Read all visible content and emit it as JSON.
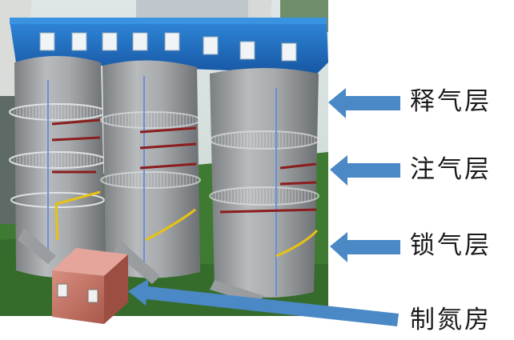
{
  "labels": {
    "release_layer": "释气层",
    "injection_layer": "注气层",
    "lock_layer": "锁气层",
    "nitrogen_room": "制氮房"
  },
  "colors": {
    "arrow": "#4b88c6",
    "roof": "#1f6fc1",
    "pipe_red": "#8b1d1d",
    "pipe_yellow": "#e6c214",
    "pipe_blue": "#6a8fd8",
    "grass": "#3f7a33",
    "building_brick": "#c77a6b"
  },
  "icons": {
    "arrow": "left-arrow"
  }
}
